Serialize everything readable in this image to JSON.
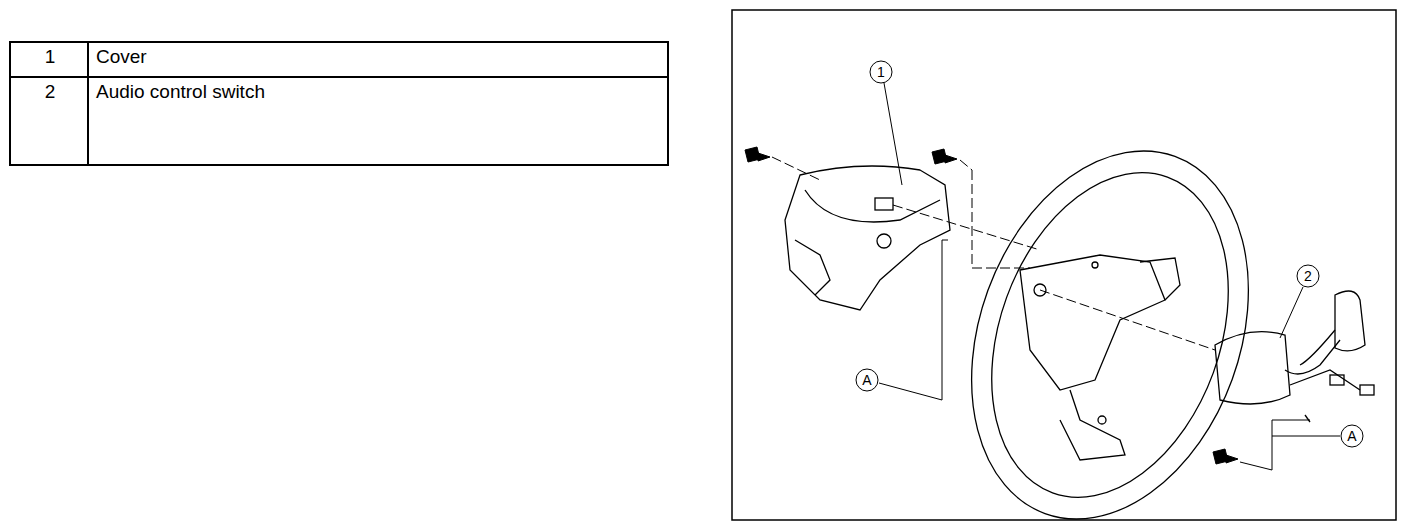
{
  "diagram": {
    "labels": [
      "1",
      "Cover",
      "2",
      "Audio control switch",
      "1",
      "2",
      "A",
      "A"
    ]
  }
}
